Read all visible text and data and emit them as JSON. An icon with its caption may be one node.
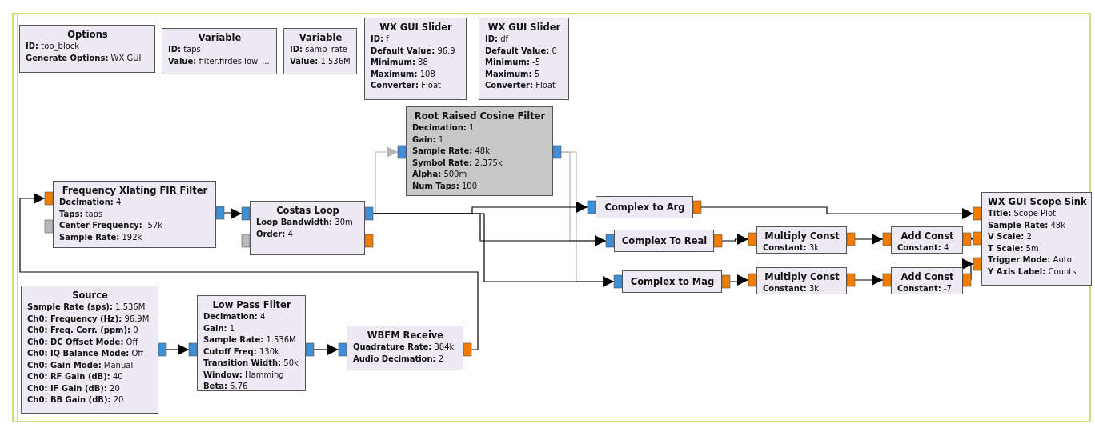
{
  "diagram": {
    "nodes": [
      {
        "text": [
          "Options",
          "**ID:** top_block",
          "**Generate Options:** WX GUI"
        ]
      },
      {
        "text": [
          "Variable",
          "**ID:** taps",
          "**Value:**  filter.firdes.low_..."
        ]
      },
      {
        "text": [
          "Variable",
          "**ID:** samp_rate",
          "**Value:** 1.536M"
        ]
      },
      {
        "text": [
          "WX GUI Slider",
          "**ID:** f",
          "**Default Value:** 96.9",
          "**Minimum:** 88",
          "**Maximum:** 108",
          "**Converter:** Float"
        ]
      },
      {
        "text": [
          "WX GUI Slider",
          "**ID:** df",
          "**Default Value:** 0",
          "**Minimum:** -5",
          "**Maximum:** 5",
          "**Converter:** Float"
        ]
      },
      {
        "text": [
          "Root Raised Cosine Filter",
          "**Decimation:** 1",
          "**Gain:** 1",
          "**Sample Rate:** 48k",
          "**Symbol Rate:** 2.375k",
          "**Alpha:** 500m",
          "**Num Taps:** 100"
        ]
      },
      {
        "text": [
          "Frequency Xlating FIR Filter",
          "**Decimation:** 4",
          "**Taps:** taps",
          "**Center Frequency:** -57k",
          "**Sample Rate:** 192k"
        ]
      },
      {
        "text": [
          "Costas Loop",
          "**Loop Bandwidth:** 30m",
          "**Order:** 4"
        ]
      },
      {
        "text": [
          "Complex to Arg"
        ]
      },
      {
        "text": [
          "Complex To Real"
        ]
      },
      {
        "text": [
          "Complex to Mag"
        ]
      },
      {
        "text": [
          "Multiply Const",
          "**Constant:** 3k"
        ]
      },
      {
        "text": [
          "Add Const",
          "**Constant:** 4"
        ]
      },
      {
        "text": [
          "Multiply Const",
          "**Constant:** 3k"
        ]
      },
      {
        "text": [
          "Add Const",
          "**Constant:** -7"
        ]
      },
      {
        "text": [
          "WX GUI Scope Sink",
          "**Title:** Scope Plot",
          "**Sample Rate:** 48k",
          "**V Scale:** 2",
          "**T Scale:** 5m",
          "**Trigger Mode:** Auto",
          "**Y Axis Label:** Counts"
        ]
      },
      {
        "text": [
          "Source",
          "**Sample Rate (sps):** 1.536M",
          "**Ch0: Frequency (Hz):** 96.9M",
          "**Ch0: Freq. Corr. (ppm):** 0",
          "**Ch0: DC Offset Mode:** Off",
          "**Ch0: IQ Balance Mode:** Off",
          "**Ch0: Gain Mode:** Manual",
          "**Ch0: RF Gain (dB):** 40",
          "**Ch0: IF Gain (dB):** 20",
          "**Ch0: BB Gain (dB):** 20"
        ]
      },
      {
        "text": [
          "Low Pass Filter",
          "**Decimation:** 4",
          "**Gain:** 1",
          "**Sample Rate:** 1.536M",
          "**Cutoff Freq:** 130k",
          "**Transition Width:** 50k",
          "**Window:** Hamming",
          "**Beta:** 6.76"
        ]
      },
      {
        "text": [
          "WBFM Receive",
          "**Quadrature Rate:** 384k",
          "**Audio Decimation:** 2"
        ]
      }
    ],
    "edges": [
      {
        "from": 16,
        "to": 17,
        "arrow": "to"
      },
      {
        "from": 17,
        "to": 18,
        "arrow": "to"
      },
      {
        "from": 18,
        "to": 6,
        "arrow": "to"
      },
      {
        "from": 6,
        "to": 7,
        "arrow": "to"
      },
      {
        "from": 7,
        "to": 5,
        "arrow": "to",
        "color": "#b4b4b4"
      },
      {
        "from": 5,
        "to": 9,
        "arrow": "none",
        "color": "#b4b4b4"
      },
      {
        "from": 5,
        "to": 10,
        "arrow": "none",
        "color": "#b4b4b4"
      },
      {
        "from": 7,
        "to": 8,
        "arrow": "to"
      },
      {
        "from": 7,
        "to": 9,
        "arrow": "to"
      },
      {
        "from": 7,
        "to": 10,
        "arrow": "to"
      },
      {
        "from": 8,
        "to": 15,
        "arrow": "to"
      },
      {
        "from": 9,
        "to": 11,
        "arrow": "to"
      },
      {
        "from": 11,
        "to": 12,
        "arrow": "to"
      },
      {
        "from": 12,
        "to": 15,
        "arrow": "to"
      },
      {
        "from": 10,
        "to": 13,
        "arrow": "to"
      },
      {
        "from": 13,
        "to": 14,
        "arrow": "to"
      },
      {
        "from": 14,
        "to": 15,
        "arrow": "to"
      }
    ]
  }
}
